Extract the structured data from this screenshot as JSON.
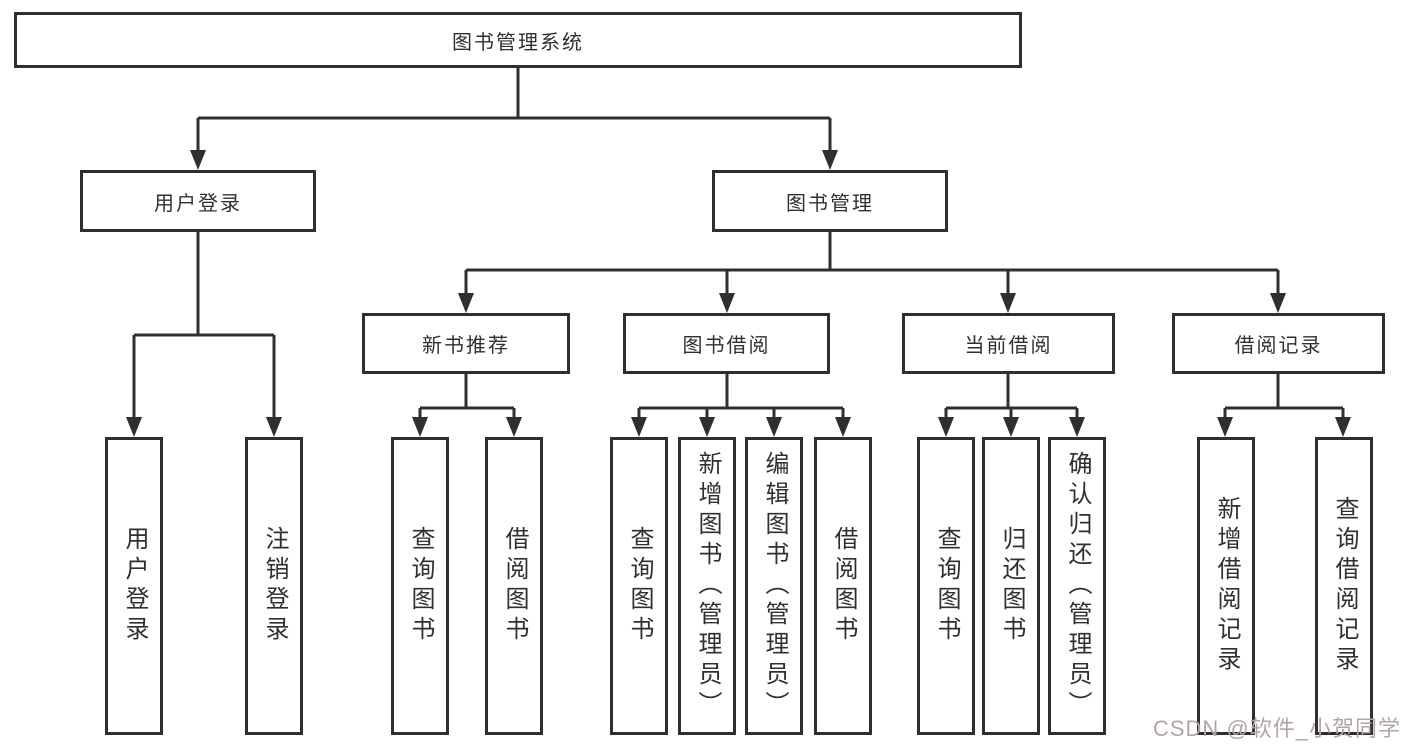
{
  "root": {
    "label": "图书管理系统"
  },
  "branches": [
    {
      "label": "用户登录",
      "children": [
        {
          "label": "用户登录"
        },
        {
          "label": "注销登录"
        }
      ]
    },
    {
      "label": "图书管理",
      "sections": [
        {
          "label": "新书推荐",
          "children": [
            {
              "label": "查询图书"
            },
            {
              "label": "借阅图书"
            }
          ]
        },
        {
          "label": "图书借阅",
          "children": [
            {
              "label": "查询图书"
            },
            {
              "label": "新增图书（管理员）"
            },
            {
              "label": "编辑图书（管理员）"
            },
            {
              "label": "借阅图书"
            }
          ]
        },
        {
          "label": "当前借阅",
          "children": [
            {
              "label": "查询图书"
            },
            {
              "label": "归还图书"
            },
            {
              "label": "确认归还（管理员）"
            }
          ]
        },
        {
          "label": "借阅记录",
          "children": [
            {
              "label": "新增借阅记录"
            },
            {
              "label": "查询借阅记录"
            }
          ]
        }
      ]
    }
  ],
  "watermark": {
    "text": "CSDN @软件_小贺同学",
    "color": "#b2a3a8"
  },
  "colors": {
    "line": "#2f2f2f",
    "box_border": "#2f2f2f",
    "box_background": "#ffffff",
    "text": "#303030",
    "page_background": "#ffffff"
  }
}
